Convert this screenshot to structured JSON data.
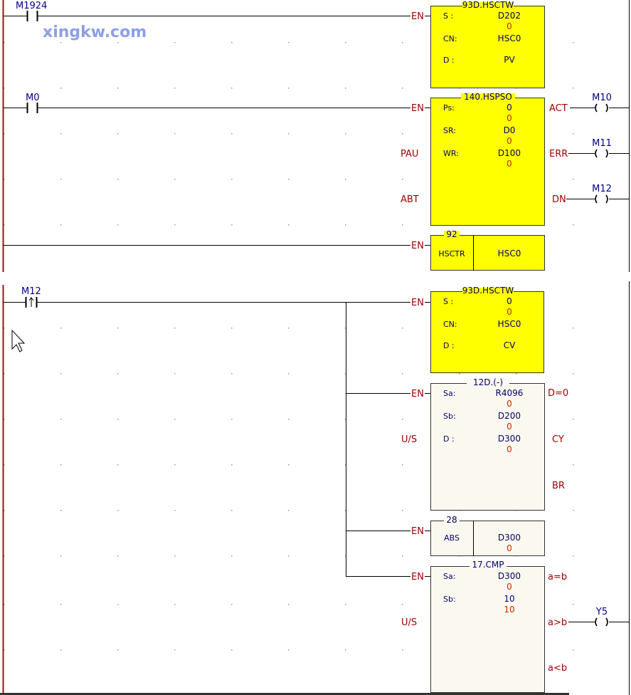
{
  "watermark": "xingkw.com",
  "network1": {
    "contact1": {
      "name": "M1924",
      "type": "normally-open"
    },
    "contact2": {
      "name": "M0",
      "type": "normally-open"
    },
    "block_hsctw": {
      "title": "93D.HSCTW",
      "pins_in": [
        "EN"
      ],
      "rows": [
        {
          "label": "S :",
          "operand": "D202",
          "value": "0"
        },
        {
          "label": "CN:",
          "operand": "HSC0"
        },
        {
          "label": "D :",
          "operand": "PV"
        }
      ]
    },
    "block_hspso": {
      "title": "140.HSPSO",
      "pins_in": [
        "EN",
        "PAU",
        "ABT"
      ],
      "pins_out": [
        "ACT",
        "ERR",
        "DN"
      ],
      "rows": [
        {
          "label": "Ps:",
          "operand": "0",
          "value": "0"
        },
        {
          "label": "SR:",
          "operand": "D0",
          "value": "0"
        },
        {
          "label": "WR:",
          "operand": "D100",
          "value": "0"
        }
      ]
    },
    "coils": [
      "M10",
      "M11",
      "M12"
    ],
    "block_hsctr": {
      "title": "92",
      "pin_in": "EN",
      "name": "HSCTR",
      "operand": "HSC0"
    }
  },
  "network2": {
    "contact": {
      "name": "M12",
      "type": "rising-edge"
    },
    "block_hsctw": {
      "title": "93D.HSCTW",
      "pin_in": "EN",
      "rows": [
        {
          "label": "S :",
          "operand": "0",
          "value": "0"
        },
        {
          "label": "CN:",
          "operand": "HSC0"
        },
        {
          "label": "D :",
          "operand": "CV"
        }
      ]
    },
    "block_sub": {
      "title": "12D.(-)",
      "pins_in": [
        "EN",
        "U/S"
      ],
      "pins_out": [
        "D=0",
        "CY",
        "BR"
      ],
      "rows": [
        {
          "label": "Sa:",
          "operand": "R4096",
          "value": "0"
        },
        {
          "label": "Sb:",
          "operand": "D200",
          "value": "0"
        },
        {
          "label": "D :",
          "operand": "D300",
          "value": "0"
        }
      ]
    },
    "block_abs": {
      "title": "28",
      "pin_in": "EN",
      "name": "ABS",
      "operand": "D300",
      "value": "0"
    },
    "block_cmp": {
      "title": "17.CMP",
      "pins_in": [
        "EN",
        "U/S"
      ],
      "pins_out": [
        "a=b",
        "a>b",
        "a<b"
      ],
      "rows": [
        {
          "label": "Sa:",
          "operand": "D300",
          "value": "0"
        },
        {
          "label": "Sb:",
          "operand": "10",
          "value": "10"
        }
      ]
    },
    "coil": "Y5"
  }
}
